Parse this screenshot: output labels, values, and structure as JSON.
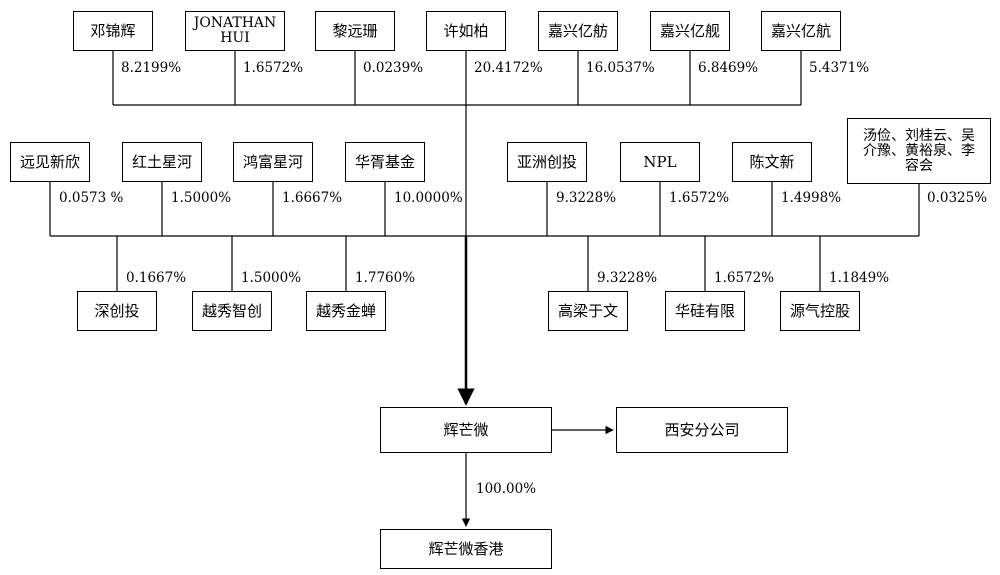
{
  "top_shareholders": [
    {
      "name": "邓锦辉",
      "pct": "8.2199%"
    },
    {
      "name": "JONATHAN\nHUI",
      "pct": "1.6572%"
    },
    {
      "name": "黎远珊",
      "pct": "0.0239%"
    },
    {
      "name": "许如柏",
      "pct": "20.4172%"
    },
    {
      "name": "嘉兴亿舫",
      "pct": "16.0537%"
    },
    {
      "name": "嘉兴亿舰",
      "pct": "6.8469%"
    },
    {
      "name": "嘉兴亿航",
      "pct": "5.4371%"
    }
  ],
  "middle_shareholders": [
    {
      "name": "远见新欣",
      "pct": "0.0573 %"
    },
    {
      "name": "红土星河",
      "pct": "1.5000%"
    },
    {
      "name": "鸿富星河",
      "pct": "1.6667%"
    },
    {
      "name": "华胥基金",
      "pct": "10.0000%"
    },
    {
      "name": "亚洲创投",
      "pct": "9.3228%"
    },
    {
      "name": "NPL",
      "pct": "1.6572%"
    },
    {
      "name": "陈文新",
      "pct": "1.4998%"
    },
    {
      "name": "汤俭、刘桂云、吴\n介豫、黄裕泉、李\n容会",
      "pct": "0.0325%"
    }
  ],
  "lower_shareholders": [
    {
      "name": "深创投",
      "pct": "0.1667%"
    },
    {
      "name": "越秀智创",
      "pct": "1.5000%"
    },
    {
      "name": "越秀金蝉",
      "pct": "1.7760%"
    },
    {
      "name": "高梁于文",
      "pct": "9.3228%"
    },
    {
      "name": "华硅有限",
      "pct": "1.6572%"
    },
    {
      "name": "源气控股",
      "pct": "1.1849%"
    }
  ],
  "company": {
    "name": "辉芒微"
  },
  "branch": {
    "name": "西安分公司"
  },
  "subsidiary": {
    "name": "辉芒微香港",
    "pct": "100.00%"
  }
}
